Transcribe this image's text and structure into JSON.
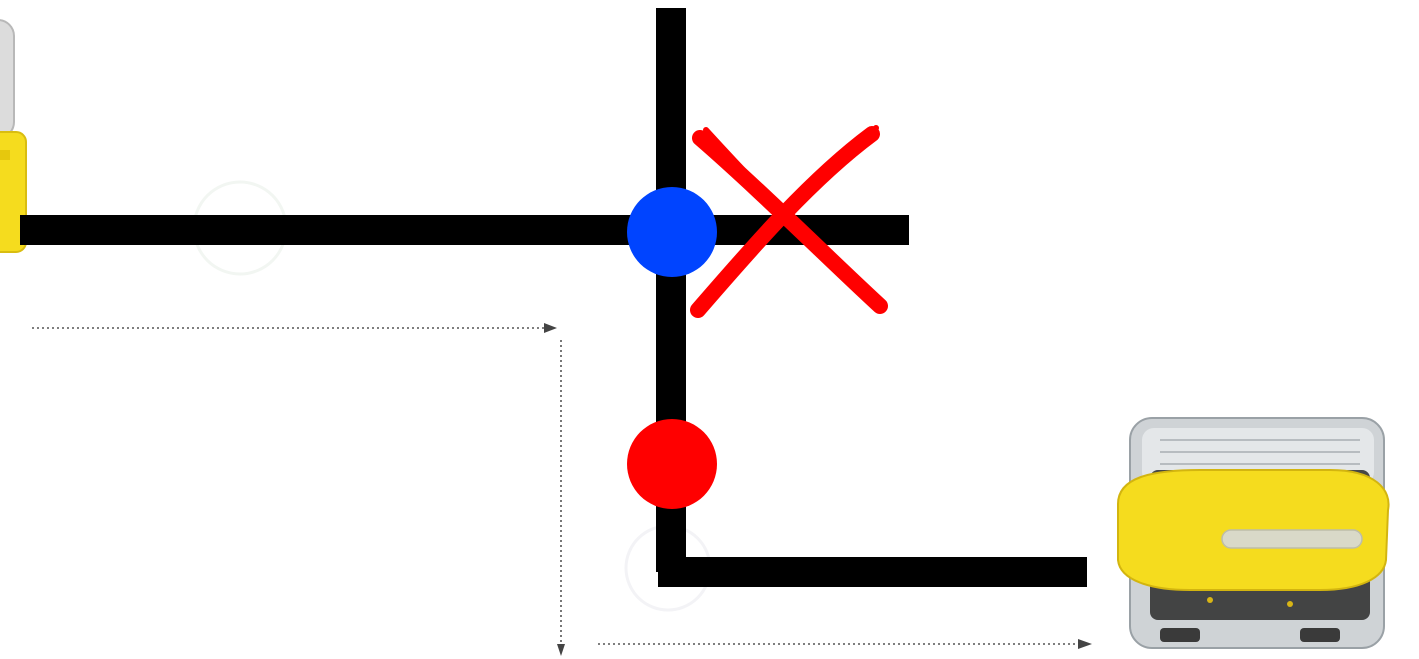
{
  "diagram": {
    "background": "#ffffff",
    "track_color": "#000000",
    "arrow_color": "#555555",
    "junction_marker": {
      "color": "#0044ff",
      "icon": "blue-circle-marker"
    },
    "stop_marker": {
      "color": "#ff0000",
      "icon": "red-circle-marker"
    },
    "blocked_mark": {
      "color": "#ff0000",
      "icon": "red-x-mark"
    },
    "robot_left": {
      "icon": "robot-partial-left",
      "body_color": "#f5dc1e",
      "shell_color": "#d8d8d8"
    },
    "robot_right": {
      "icon": "robot-cube-yellow-band",
      "body_color": "#f5dc1e",
      "shell_color": "#2a2a2a"
    }
  }
}
